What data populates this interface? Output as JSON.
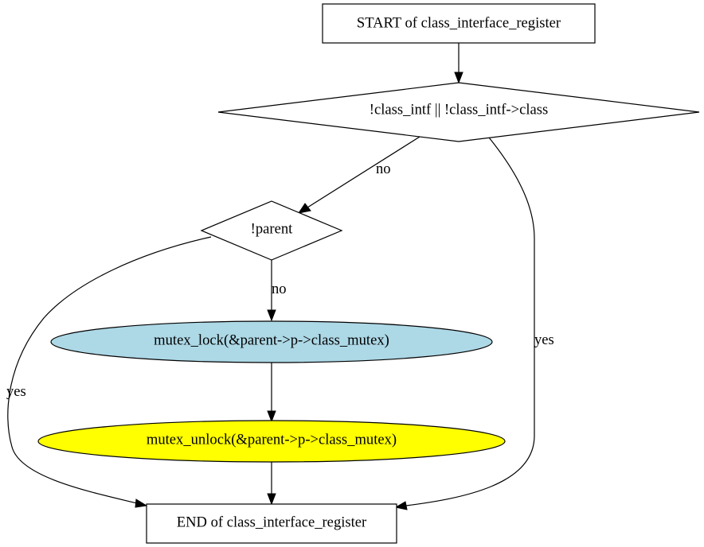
{
  "nodes": {
    "start": {
      "label": "START of class_interface_register",
      "shape": "box",
      "fill": "#ffffff"
    },
    "cond1": {
      "label": "!class_intf || !class_intf->class",
      "shape": "diamond",
      "fill": "#ffffff"
    },
    "cond2": {
      "label": "!parent",
      "shape": "diamond",
      "fill": "#ffffff"
    },
    "lock": {
      "label": "mutex_lock(&parent->p->class_mutex)",
      "shape": "ellipse",
      "fill": "#add8e6"
    },
    "unlock": {
      "label": "mutex_unlock(&parent->p->class_mutex)",
      "shape": "ellipse",
      "fill": "#ffff00"
    },
    "end": {
      "label": "END of class_interface_register",
      "shape": "box",
      "fill": "#ffffff"
    }
  },
  "edges": [
    {
      "from": "start",
      "to": "cond1",
      "label": ""
    },
    {
      "from": "cond1",
      "to": "cond2",
      "label": "no"
    },
    {
      "from": "cond1",
      "to": "end",
      "label": "yes"
    },
    {
      "from": "cond2",
      "to": "lock",
      "label": "no"
    },
    {
      "from": "cond2",
      "to": "end",
      "label": "yes"
    },
    {
      "from": "lock",
      "to": "unlock",
      "label": ""
    },
    {
      "from": "unlock",
      "to": "end",
      "label": ""
    }
  ]
}
